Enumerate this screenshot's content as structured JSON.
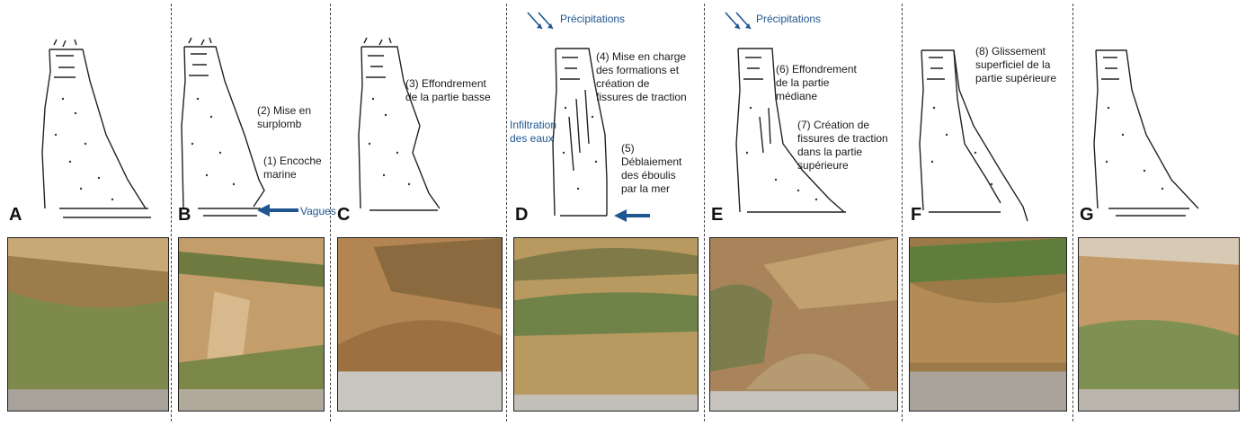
{
  "colors": {
    "annotation_blue": "#1f5591",
    "text": "#1a1a1a",
    "sketch": "#222222"
  },
  "panels": [
    {
      "letter": "A",
      "notes": []
    },
    {
      "letter": "B",
      "notes": [
        "(2) Mise en\nsurplomb",
        "(1) Encoche\nmarine"
      ],
      "blue": [
        "Vagues"
      ]
    },
    {
      "letter": "C",
      "notes": [
        "(3) Effondrement\nde la partie basse"
      ]
    },
    {
      "letter": "D",
      "notes": [
        "(4) Mise en charge\ndes formations et\ncréation de\nfissures de traction",
        "(5)\nDéblaiement\ndes éboulis\npar la mer"
      ],
      "blue": [
        "Précipitations",
        "Infiltration\ndes eaux"
      ]
    },
    {
      "letter": "E",
      "notes": [
        "(6) Effondrement\nde la partie\nmédiane",
        "(7) Création de\nfissures de traction\ndans la partie\nsupérieure"
      ],
      "blue": [
        "Précipitations"
      ]
    },
    {
      "letter": "F",
      "notes": [
        "(8) Glissement\nsuperficiel de la\npartie supérieure"
      ]
    },
    {
      "letter": "G",
      "notes": []
    }
  ]
}
